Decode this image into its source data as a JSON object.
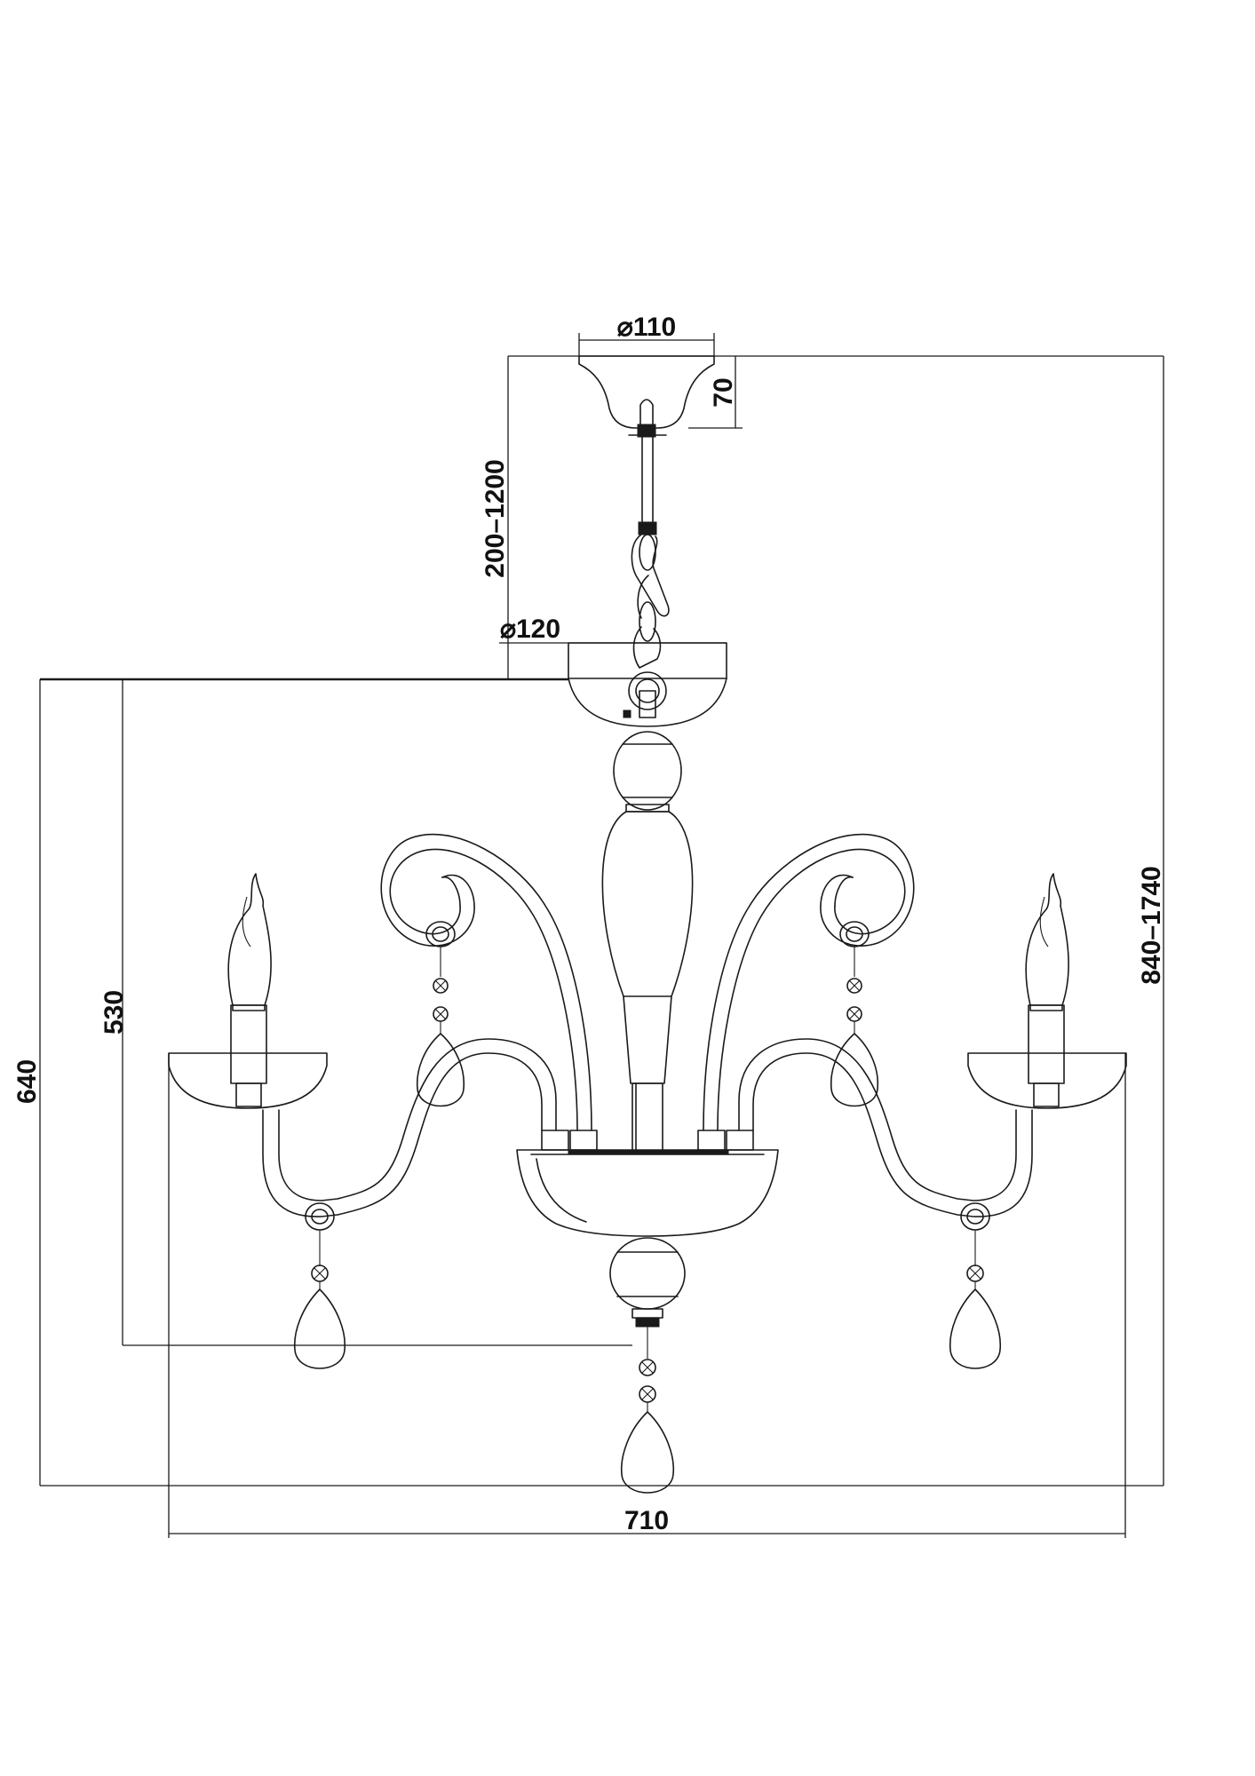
{
  "drawing": {
    "labels": {
      "canopy_diameter": "⌀110",
      "canopy_height": "70",
      "chain_length": "200–1200",
      "bowl_diameter": "⌀120",
      "total_height": "840–1740",
      "height_to_bottom_crystal": "640",
      "body_height": "530",
      "width": "710"
    }
  }
}
